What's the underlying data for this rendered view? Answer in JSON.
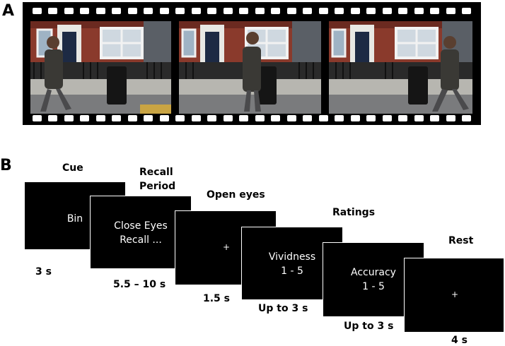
{
  "panel_a": {
    "label": "A",
    "frames": 3,
    "holes_per_row": 28
  },
  "panel_b": {
    "label": "B",
    "steps": [
      {
        "title": "Cue",
        "screen_lines": [
          "Bin"
        ],
        "duration": "3 s"
      },
      {
        "title_lines": [
          "Recall",
          "Period"
        ],
        "screen_lines": [
          "Close Eyes",
          "Recall ..."
        ],
        "duration": "5.5 – 10 s"
      },
      {
        "title": "Open eyes",
        "screen_symbol": "+",
        "duration": "1.5 s"
      },
      {
        "title": "Ratings",
        "screen_lines": [
          "Vividness",
          "1 - 5"
        ],
        "duration": "Up to 3 s"
      },
      {
        "screen_lines": [
          "Accuracy",
          "1 - 5"
        ],
        "duration": "Up to 3 s"
      },
      {
        "title": "Rest",
        "screen_symbol": "+",
        "duration": "4 s"
      }
    ]
  },
  "colors": {
    "film": "#000000",
    "screen_bg": "#000000",
    "screen_text": "#ffffff",
    "page_bg": "#ffffff"
  }
}
